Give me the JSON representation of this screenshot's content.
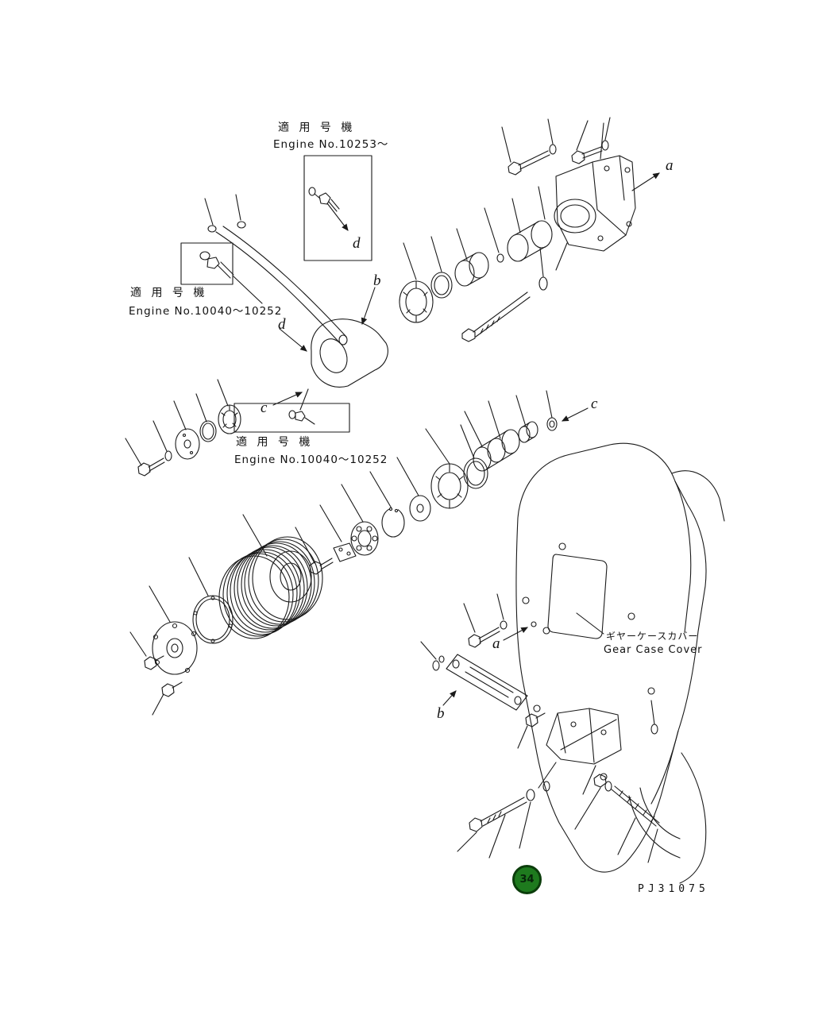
{
  "diagram": {
    "badge_number": "34",
    "drawing_code": "PJ31075",
    "notes": {
      "top": {
        "jp": "適 用 号 機",
        "en": "Engine No.10253〜"
      },
      "left": {
        "jp": "適 用 号 機",
        "en": "Engine No.10040〜10252"
      },
      "middle": {
        "jp": "適 用 号 機",
        "en": "Engine No.10040〜10252"
      }
    },
    "gear_case_label": {
      "jp": "ギヤーケースカバー",
      "en": "Gear Case Cover"
    },
    "callouts": [
      {
        "label": "a"
      },
      {
        "label": "d"
      },
      {
        "label": "b"
      },
      {
        "label": "d"
      },
      {
        "label": "c"
      },
      {
        "label": "c"
      },
      {
        "label": "a"
      },
      {
        "label": "b"
      }
    ],
    "colors": {
      "line": "#1a1a1a",
      "badge_fill": "#1e7a1e",
      "badge_ring": "#0b3d0b",
      "background": "#ffffff"
    }
  }
}
